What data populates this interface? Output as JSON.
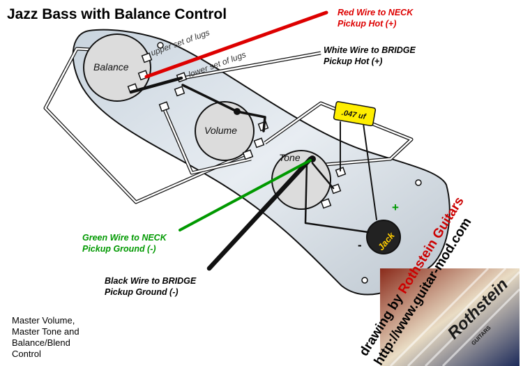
{
  "title": "Jazz Bass with Balance Control",
  "labels": {
    "red_wire": [
      "Red Wire to NECK",
      "Pickup Hot (+)"
    ],
    "white_wire": [
      "White Wire to BRIDGE",
      "Pickup Hot (+)"
    ],
    "green_wire": [
      "Green Wire to NECK",
      "Pickup Ground (-)"
    ],
    "black_wire": [
      "Black Wire to BRIDGE",
      "Pickup Ground (-)"
    ],
    "upper_lugs": "upper set of lugs",
    "lower_lugs": "lower set of lugs",
    "balance": "Balance",
    "volume": "Volume",
    "tone": "Tone",
    "jack": "Jack",
    "capacitor": ".047 uf",
    "plus": "+",
    "minus": "-"
  },
  "footer": [
    "Master Volume,",
    "Master Tone and",
    "Balance/Blend",
    "Control"
  ],
  "credit": {
    "line1_prefix": "drawing by ",
    "line1_brand": "Rothstein Guitars",
    "line2": "http://www.guitar-mod.com",
    "logo_text": "Rothstein",
    "logo_sub": "GUITARS"
  },
  "colors": {
    "red_wire": "#dd0000",
    "green_wire": "#009900",
    "capacitor": "#ffee00",
    "jack": "#222222",
    "credit_red": "#cc0000"
  }
}
